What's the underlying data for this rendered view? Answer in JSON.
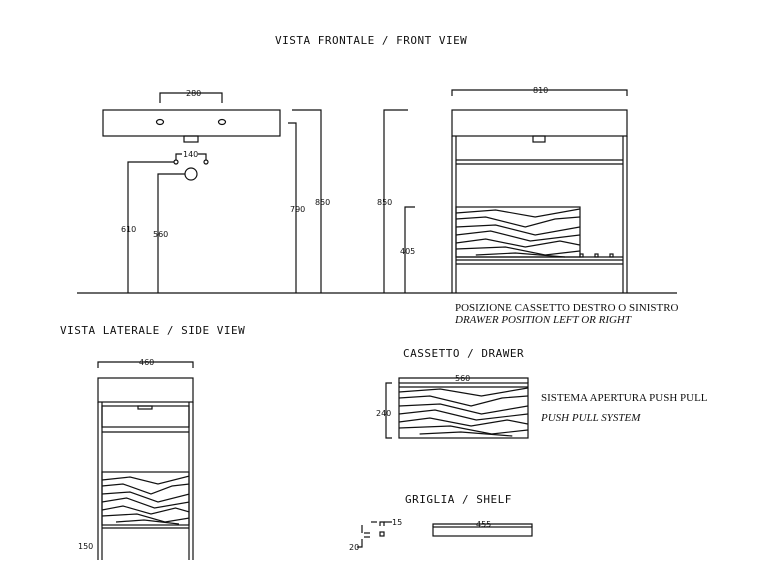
{
  "titles": {
    "front": "VISTA FRONTALE / FRONT VIEW",
    "side": "VISTA LATERALE / SIDE VIEW",
    "drawer": "CASSETTO / DRAWER",
    "shelf": "GRIGLIA / SHELF"
  },
  "notes": {
    "drawer_position_it": "POSIZIONE CASSETTO DESTRO O SINISTRO",
    "drawer_position_en": "DRAWER POSITION LEFT OR RIGHT",
    "system_it": "SISTEMA APERTURA PUSH PULL",
    "system_en": "PUSH PULL SYSTEM"
  },
  "dimensions": {
    "tap_spacing": "280",
    "valve_spacing": "140",
    "valve_height": "610",
    "drain_height": "560",
    "basin_bottom_height": "790",
    "total_height": "850",
    "total_height_right": "850",
    "drawer_height_from_floor": "405",
    "width": "810",
    "side_depth": "460",
    "side_bottom": "150",
    "drawer_width": "560",
    "drawer_height": "240",
    "shelf_width": "455",
    "shelf_profile_a": "15",
    "shelf_profile_b": "20"
  }
}
